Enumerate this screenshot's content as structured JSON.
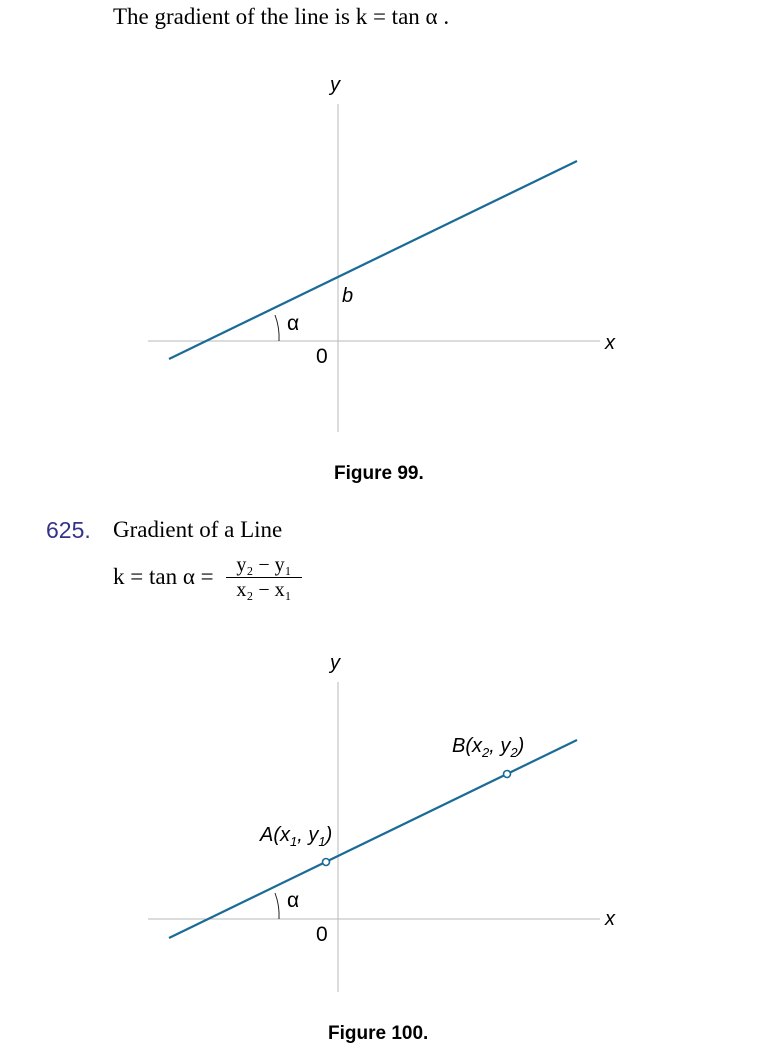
{
  "intro": {
    "text": "The gradient of the line is",
    "formula": "k = tan α ."
  },
  "figure99": {
    "axis_x_label": "x",
    "axis_y_label": "y",
    "origin_label": "0",
    "intercept_label": "b",
    "angle_label": "α",
    "caption": "Figure 99."
  },
  "section": {
    "number": "625.",
    "title": "Gradient of a Line",
    "formula_lhs": "k = tan α =",
    "numerator": "y₂ − y₁",
    "denominator": "x₂ − x₁"
  },
  "figure100": {
    "axis_x_label": "x",
    "axis_y_label": "y",
    "origin_label": "0",
    "angle_label": "α",
    "point_a": {
      "name": "A(x",
      "x_sub": "1",
      "sep": ", y",
      "y_sub": "1",
      "close": ")"
    },
    "point_b": {
      "name": "B(x",
      "x_sub": "2",
      "sep": ", y",
      "y_sub": "2",
      "close": ")"
    },
    "caption": "Figure 100."
  },
  "colors": {
    "line": "#1a6b96",
    "axis": "#b8b8b8",
    "section_number": "#33338a"
  }
}
